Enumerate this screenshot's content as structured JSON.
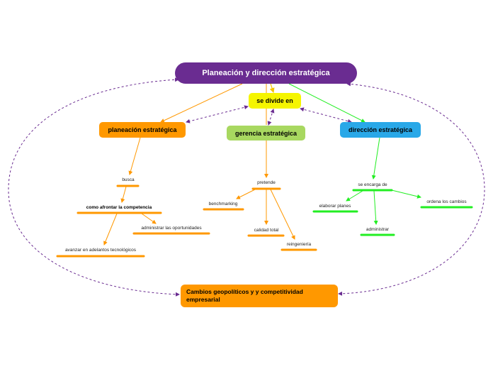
{
  "title": "Planeación y dirección estratégica",
  "hub": "se divide en",
  "branches": {
    "planeacion": "planeación estratégica",
    "gerencia": "gerencia estratégica",
    "direccion": "dirección estratégica"
  },
  "bottom": "Cambios geopolíticos y y competitividad empresarial",
  "leaves": {
    "busca": "busca",
    "como_afrontar": "como afrontar la competencia",
    "administrar_oportunidades": "administrar las oportunidades",
    "avanzar": "avanzar en adelantos tecnológicos",
    "pretende": "pretende",
    "benchmarking": "benchmarking",
    "calidad_total": "calidad total",
    "reingenieria": "reingeniería",
    "se_encarga": "se encarga de",
    "elaborar_planes": "elaborar planes",
    "administrar": "administrar",
    "ordena_cambios": "ordena los cambios"
  },
  "colors": {
    "root": "#6a2c91",
    "hub": "#f5f500",
    "orange": "#ff9800",
    "green_light": "#a8d860",
    "blue": "#29a8e8",
    "bright_green": "#22ee22",
    "dashed": "#6a2c91"
  }
}
